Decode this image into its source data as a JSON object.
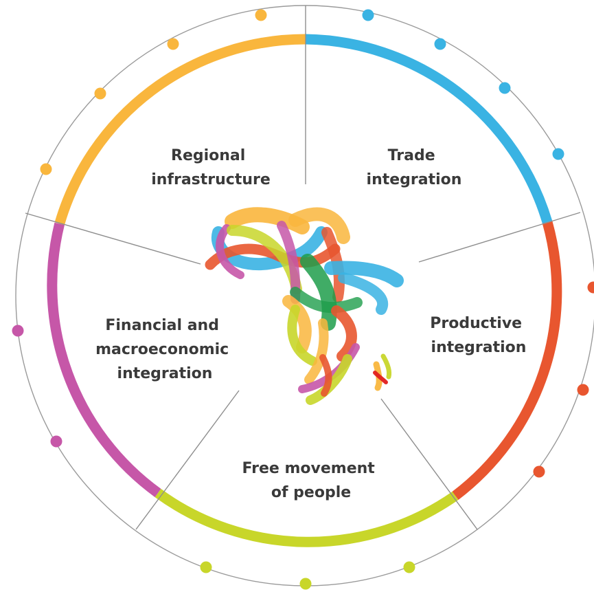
{
  "segments": [
    {
      "id": "trade",
      "label_lines": [
        "Trade",
        "integration"
      ],
      "color": "#3ab3e3"
    },
    {
      "id": "productive",
      "label_lines": [
        "Productive",
        "integration"
      ],
      "color": "#e8562f"
    },
    {
      "id": "people",
      "label_lines": [
        "Free movement",
        "of people"
      ],
      "color": "#c8d62a"
    },
    {
      "id": "financial",
      "label_lines": [
        "Financial and",
        "macroeconomic",
        "integration"
      ],
      "color": "#c657a8"
    },
    {
      "id": "infrastructure",
      "label_lines": [
        "Regional",
        "infrastructure"
      ],
      "color": "#f9b63d"
    }
  ],
  "center_logo": {
    "icon": "africa-ribbon-logo"
  },
  "colors": {
    "outline": "#9a9a9a",
    "divider": "#8e8e8e",
    "text": "#3a3a3a"
  }
}
